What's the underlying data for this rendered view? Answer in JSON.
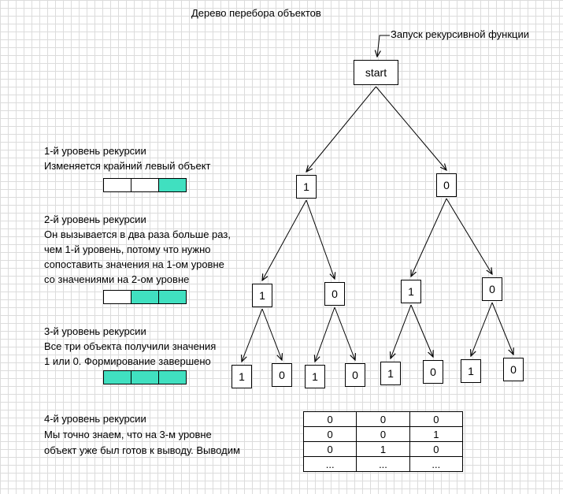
{
  "title": "Дерево перебора объектов",
  "launch_label": "Запуск рекурсивной функции",
  "root_label": "start",
  "tree": {
    "level1": [
      "1",
      "0"
    ],
    "level2": [
      "1",
      "0",
      "1",
      "0"
    ],
    "level3": [
      "1",
      "0",
      "1",
      "0",
      "1",
      "0",
      "1",
      "0"
    ]
  },
  "levels": [
    {
      "heading": "1-й уровень рекурсии",
      "lines": [
        "Изменяется крайний левый объект"
      ],
      "cells": [
        "empty",
        "empty",
        "filled"
      ]
    },
    {
      "heading": "2-й уровень рекурсии",
      "lines": [
        "Он вызывается в два раза больше раз,",
        "чем 1-й уровень, потому что нужно",
        "сопоставить значения на 1-ом уровне",
        "со значениями на 2-ом уровне"
      ],
      "cells": [
        "empty",
        "filled",
        "filled"
      ]
    },
    {
      "heading": "3-й уровень рекурсии",
      "lines": [
        "Все три объекта получили значения",
        "1 или 0. Формирование завершено"
      ],
      "cells": [
        "filled",
        "filled",
        "filled"
      ]
    },
    {
      "heading": "4-й уровень рекурсии",
      "lines": [
        "Мы точно знаем, что на 3-м уровне",
        "объект уже был готов к выводу. Выводим"
      ]
    }
  ],
  "output_table": [
    [
      "0",
      "0",
      "0"
    ],
    [
      "0",
      "0",
      "1"
    ],
    [
      "0",
      "1",
      "0"
    ],
    [
      "...",
      "...",
      "..."
    ]
  ],
  "colors": {
    "filled": "#40e0c0",
    "empty": "#ffffff",
    "line": "#000000"
  }
}
